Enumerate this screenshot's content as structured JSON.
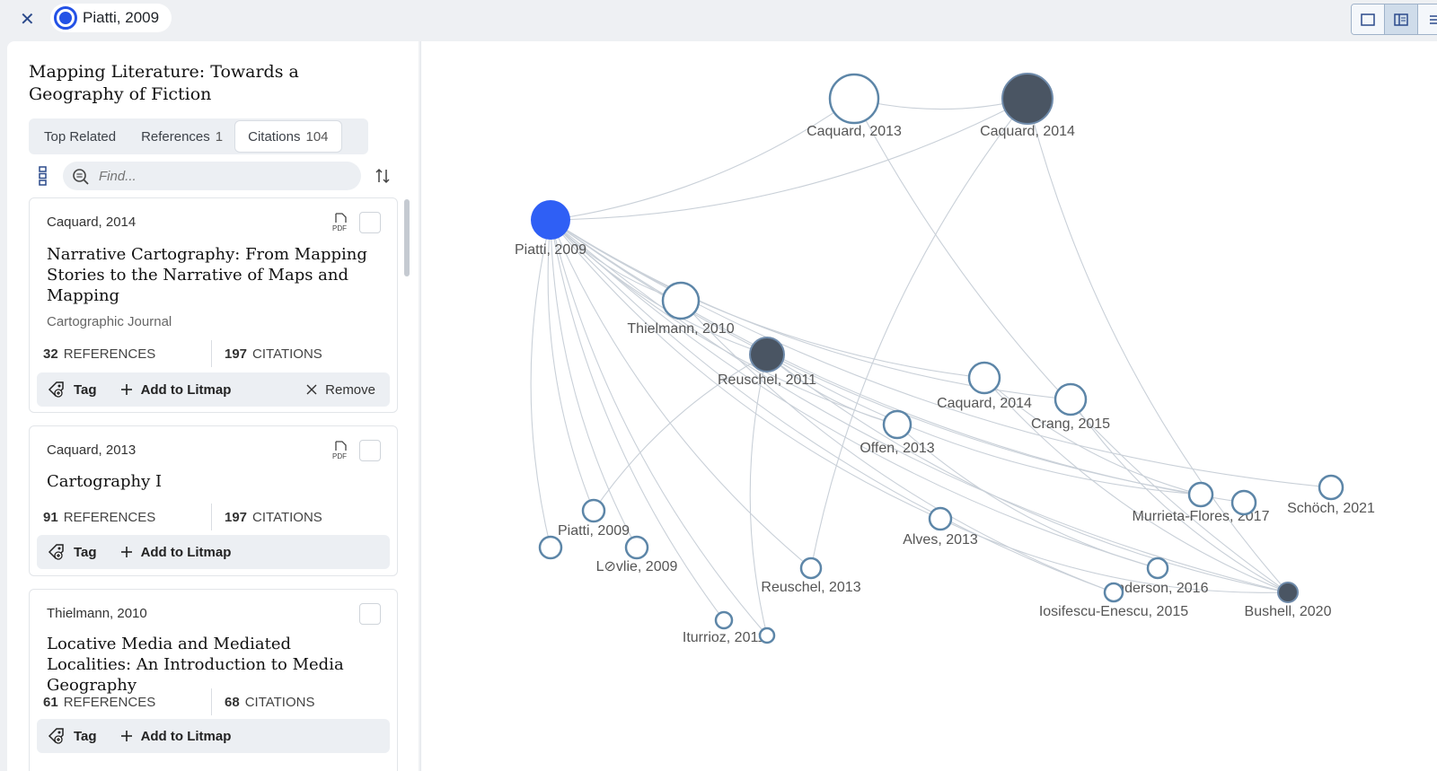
{
  "topbar": {
    "seed_label": "Piatti, 2009"
  },
  "panel": {
    "title": "Mapping Literature: Towards a Geography of Fiction",
    "tabs": [
      {
        "label": "Top Related",
        "count": ""
      },
      {
        "label": "References",
        "count": "1"
      },
      {
        "label": "Citations",
        "count": "104"
      }
    ],
    "active_tab": "Citations",
    "search_placeholder": "Find...",
    "cards": [
      {
        "author": "Caquard, 2014",
        "title": "Narrative Cartography: From Mapping Stories to the Narrative of Maps and Mapping",
        "journal": "Cartographic Journal",
        "references_count": "32",
        "references_label": "REFERENCES",
        "citations_count": "197",
        "citations_label": "CITATIONS",
        "has_pdf": true,
        "pdf_label": "PDF",
        "tag_label": "Tag",
        "add_label": "Add to Litmap",
        "remove_label": "Remove"
      },
      {
        "author": "Caquard, 2013",
        "title": "Cartography I",
        "references_count": "91",
        "references_label": "REFERENCES",
        "citations_count": "197",
        "citations_label": "CITATIONS",
        "has_pdf": true,
        "pdf_label": "PDF",
        "tag_label": "Tag",
        "add_label": "Add to Litmap"
      },
      {
        "author": "Thielmann, 2010",
        "title": "Locative Media and Mediated Localities: An Introduction to Media Geography",
        "references_count": "61",
        "references_label": "REFERENCES",
        "citations_count": "68",
        "citations_label": "CITATIONS",
        "has_pdf": false,
        "tag_label": "Tag",
        "add_label": "Add to Litmap"
      }
    ]
  },
  "graph": {
    "colors": {
      "seed": "#2f5ff5",
      "filled": "#4a5563",
      "ring": "#5d86a8",
      "edge": "#c9d0d8"
    },
    "nodes": [
      {
        "id": "piatti2009seed",
        "label": "Piatti, 2009",
        "style": "seed"
      },
      {
        "id": "caquard2013top",
        "label": "Caquard, 2013",
        "style": "ring"
      },
      {
        "id": "caquard2014top",
        "label": "Caquard, 2014",
        "style": "filled"
      },
      {
        "id": "thielmann2010",
        "label": "Thielmann, 2010",
        "style": "ring"
      },
      {
        "id": "reuschel2011",
        "label": "Reuschel, 2011",
        "style": "filled"
      },
      {
        "id": "caquard2014mid",
        "label": "Caquard, 2014",
        "style": "ring"
      },
      {
        "id": "crang2015",
        "label": "Crang, 2015",
        "style": "ring"
      },
      {
        "id": "offen2013",
        "label": "Offen, 2013",
        "style": "ring"
      },
      {
        "id": "piatti2009b",
        "label": "Piatti, 2009",
        "style": "ring"
      },
      {
        "id": "piatti2009c",
        "label": "",
        "style": "ring"
      },
      {
        "id": "lovlie2009",
        "label": "L⊘vlie, 2009",
        "style": "ring"
      },
      {
        "id": "alves2013",
        "label": "Alves, 2013",
        "style": "ring"
      },
      {
        "id": "reuschel2013",
        "label": "Reuschel, 2013",
        "style": "ring"
      },
      {
        "id": "iturrioz2011",
        "label": "Iturrioz, 2011",
        "style": "ring"
      },
      {
        "id": "iturrioz2011b",
        "label": "",
        "style": "ring"
      },
      {
        "id": "murrieta2017",
        "label": "Murrieta-Flores, 2017",
        "style": "ring"
      },
      {
        "id": "murrieta2017b",
        "label": "",
        "style": "ring"
      },
      {
        "id": "schoch2021",
        "label": "Schöch, 2021",
        "style": "ring"
      },
      {
        "id": "anderson2016",
        "label": "Anderson, 2016",
        "style": "ring"
      },
      {
        "id": "iosifescu2015",
        "label": "Iosifescu-Enescu, 2015",
        "style": "ring"
      },
      {
        "id": "bushell2020",
        "label": "Bushell, 2020",
        "style": "filled"
      }
    ]
  }
}
